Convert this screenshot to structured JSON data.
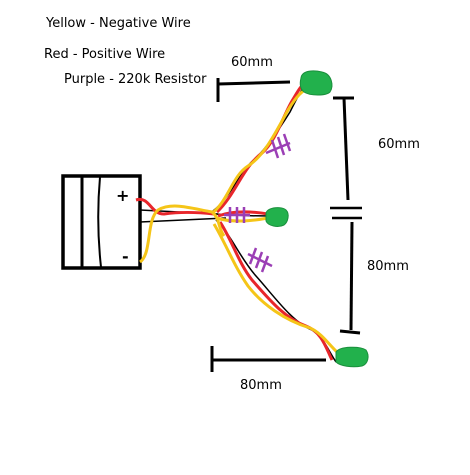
{
  "legend": {
    "yellow": "Yellow - Negative Wire",
    "red": "Red - Positive Wire",
    "purple": "Purple - 220k Resistor"
  },
  "battery": {
    "plus": "+",
    "minus": "-"
  },
  "dimensions": {
    "top_horizontal": "60mm",
    "right_upper": "60mm",
    "right_lower": "80mm",
    "bottom_horizontal": "80mm"
  },
  "colors": {
    "negative_wire": "#f5c518",
    "positive_wire": "#e8262b",
    "resistor": "#9b3fb5",
    "led": "#22b14c",
    "ink": "#000000"
  }
}
